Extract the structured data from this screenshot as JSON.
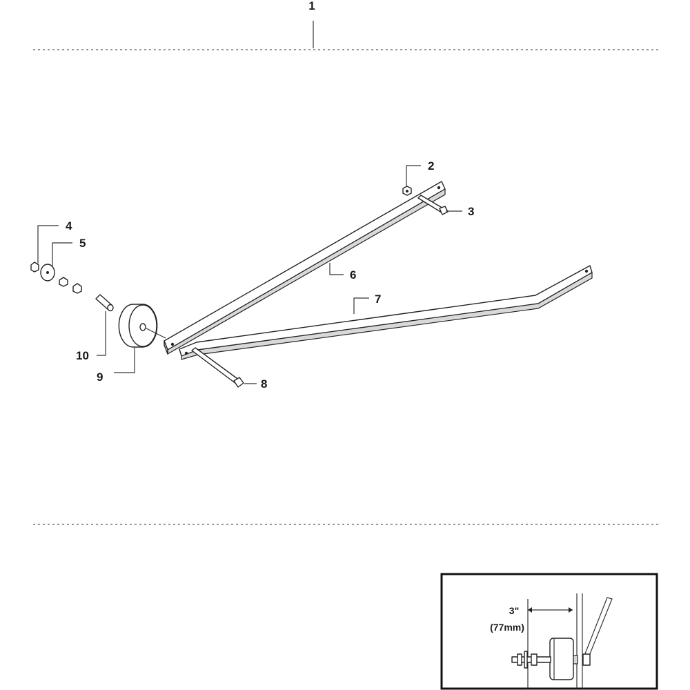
{
  "assembly": {
    "callout": "1"
  },
  "parts": [
    {
      "callout": "2",
      "icon": "nut-icon"
    },
    {
      "callout": "3",
      "icon": "bolt-icon"
    },
    {
      "callout": "4",
      "icon": "nut-icon"
    },
    {
      "callout": "5",
      "icon": "washer-icon"
    },
    {
      "callout": "6",
      "icon": "straight-bar-icon"
    },
    {
      "callout": "7",
      "icon": "bent-bar-icon"
    },
    {
      "callout": "8",
      "icon": "long-bolt-icon"
    },
    {
      "callout": "9",
      "icon": "wheel-icon"
    },
    {
      "callout": "10",
      "icon": "spacer-icon"
    }
  ],
  "detail": {
    "dimension_imperial": "3\"",
    "dimension_metric": "(77mm)"
  }
}
